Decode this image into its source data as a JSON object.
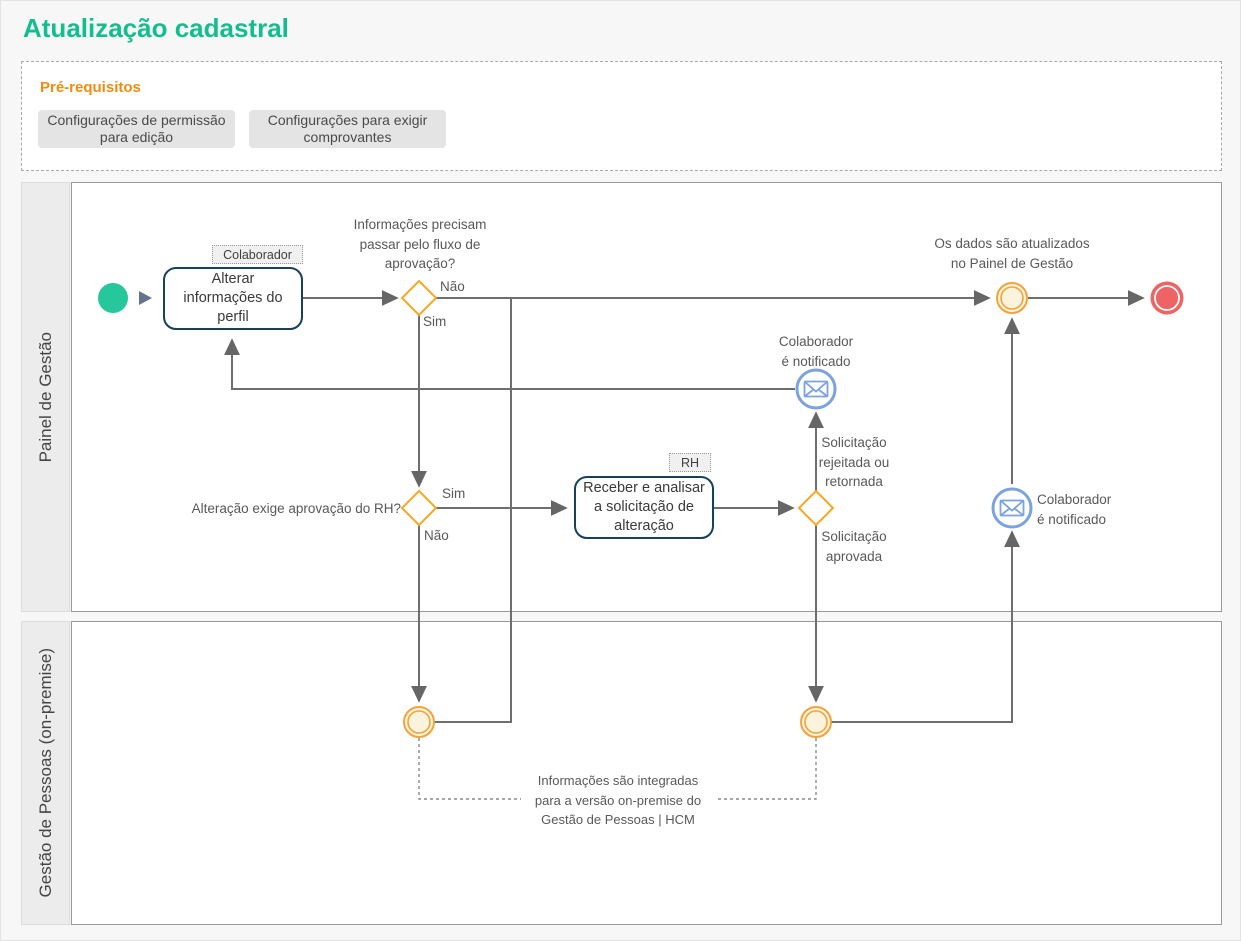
{
  "page": {
    "title": "Atualização cadastral"
  },
  "prerequisites": {
    "heading": "Pré-requisitos",
    "buttons": [
      {
        "label": "Configurações de permissão para edição"
      },
      {
        "label": "Configurações para exigir comprovantes"
      }
    ]
  },
  "lanes": [
    {
      "label": "Painel de Gestão"
    },
    {
      "label": "Gestão de Pessoas (on-premise)"
    }
  ],
  "diagram": {
    "task1_badge": "Colaborador",
    "task1_label": "Alterar\ninformações do\nperfil",
    "task2_badge": "RH",
    "task2_label": "Receber e analisar\na solicitação de\nalteração",
    "gateway1_question": "Informações precisam\npassar pelo fluxo de\naprovação?",
    "gateway1_no": "Não",
    "gateway1_yes": "Sim",
    "gateway2_question": "Alteração exige aprovação do RH?",
    "gateway2_yes": "Sim",
    "gateway2_no": "Não",
    "gateway3_rejected": "Solicitação\nrejeitada ou\nretornada",
    "gateway3_approved": "Solicitação\naprovada",
    "notify1_label": "Colaborador\né notificado",
    "notify2_label": "Colaborador\né notificado",
    "updated_label": "Os dados são atualizados\nno Painel de Gestão",
    "annotation": "Informações são integradas\npara a versão on-premise do\nGestão de Pessoas | HCM"
  },
  "colors": {
    "title_green": "#13BE8E",
    "prereq_orange": "#F28C0F",
    "start_green": "#26C79B",
    "gateway_orange": "#F7A823",
    "event_cream_fill": "#FCF3DD",
    "message_blue": "#7BA3E0",
    "end_red": "#EE6363",
    "task_border_navy": "#17405A",
    "connector_gray": "#6E6E6E"
  }
}
